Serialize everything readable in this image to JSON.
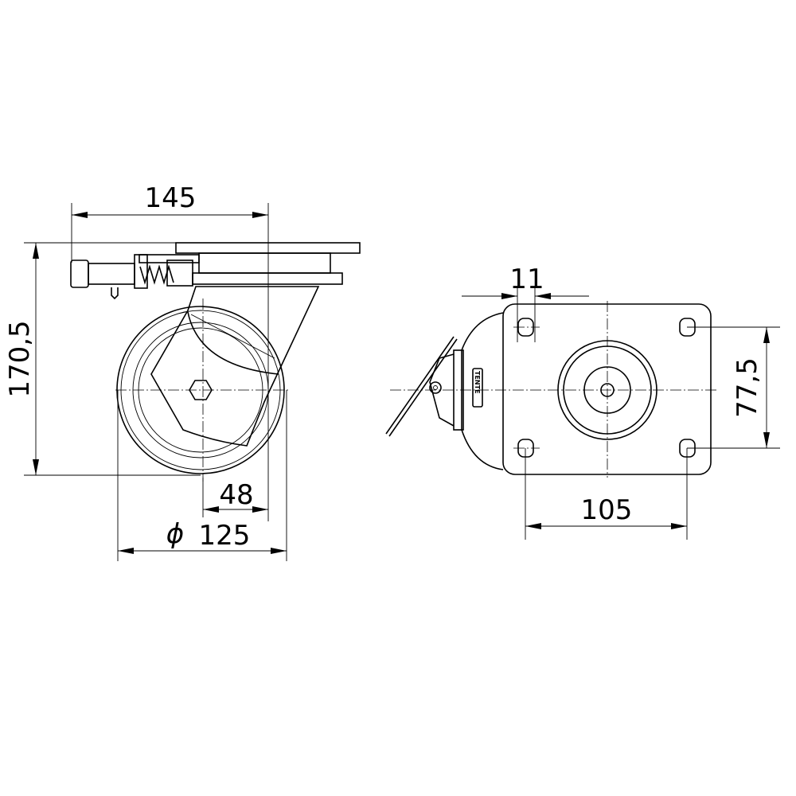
{
  "dimensions": {
    "side_width": "145",
    "height": "170,5",
    "offset": "48",
    "wheel_diameter_symbol": "ϕ",
    "wheel_diameter": "125",
    "hole_size": "11",
    "hole_spacing_vertical": "77,5",
    "hole_spacing_horizontal": "105"
  },
  "logo_text": "TENTE",
  "colors": {
    "line": "#000000",
    "background": "#ffffff"
  }
}
